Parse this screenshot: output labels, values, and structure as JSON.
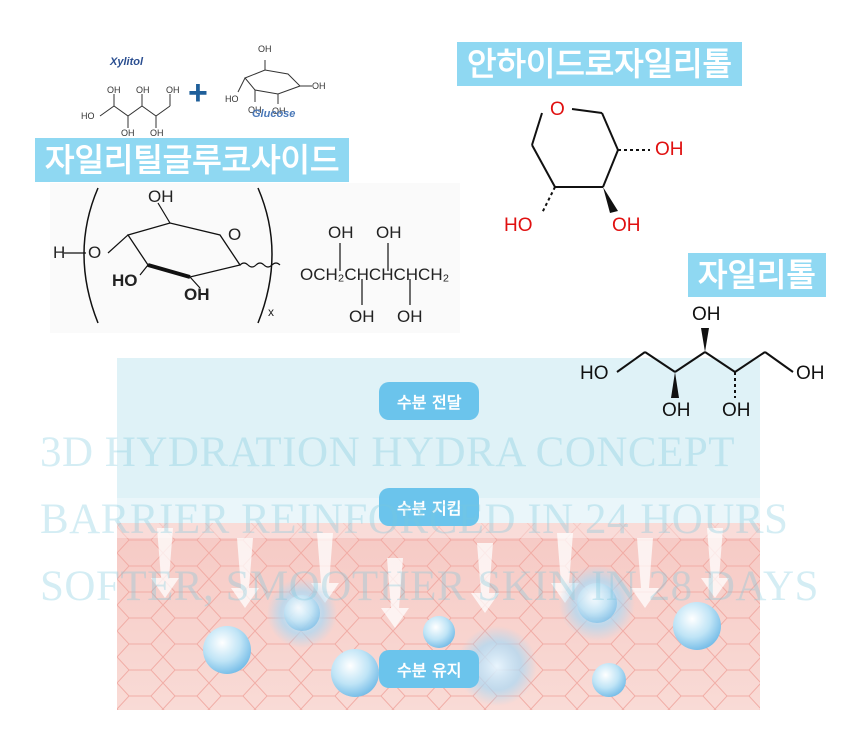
{
  "labels": {
    "xylitylglucoside": "자일리틸글루코사이드",
    "anhydroxylitol": "안하이드로자일리톨",
    "xylitol": "자일리톨"
  },
  "reaction": {
    "xylitol_name": "Xylitol",
    "glucose_name": "Glucose",
    "plus": "+",
    "oh": "OH",
    "ho": "HO"
  },
  "xylityl_structure": {
    "h": "H",
    "o_link": "O",
    "oh": "OH",
    "ho": "HO",
    "x": "x",
    "chain": "OCH₂CHCHCHCH₂",
    "ring_o": "O"
  },
  "anhydro_structure": {
    "ring_o": "O",
    "oh_right": "OH",
    "ho_left": "HO",
    "oh_bottom": "OH"
  },
  "xylitol_structure": {
    "ho_left": "HO",
    "oh_right": "OH",
    "oh_top": "OH",
    "oh_bottom1": "OH",
    "oh_bottom2": "OH"
  },
  "skin": {
    "pill1": "수분 전달",
    "pill2": "수분 지킴",
    "pill3": "수분 유지",
    "overlay_lines": [
      "3D HYDRATION HYDRA CONCEPT",
      "BARRIER REINFORCED IN 24 HOURS",
      "SOFTER, SMOOTHER SKIN IN 28 DAYS"
    ]
  },
  "colors": {
    "tag_bg": "#8fd8f2",
    "pill_bg": "#6bc4ec",
    "skin_top": "#dff2f7",
    "skin_bottom": "#f5c6c2",
    "chem_red": "#e01010"
  }
}
